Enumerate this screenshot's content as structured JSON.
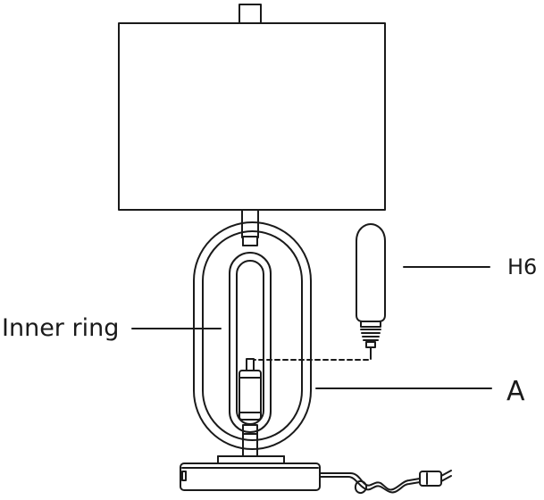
{
  "labels": {
    "inner_ring": "Inner ring",
    "bulb": "H6",
    "base_assembly": "A"
  },
  "colors": {
    "line": "#1a1a1a",
    "background": "#ffffff"
  }
}
